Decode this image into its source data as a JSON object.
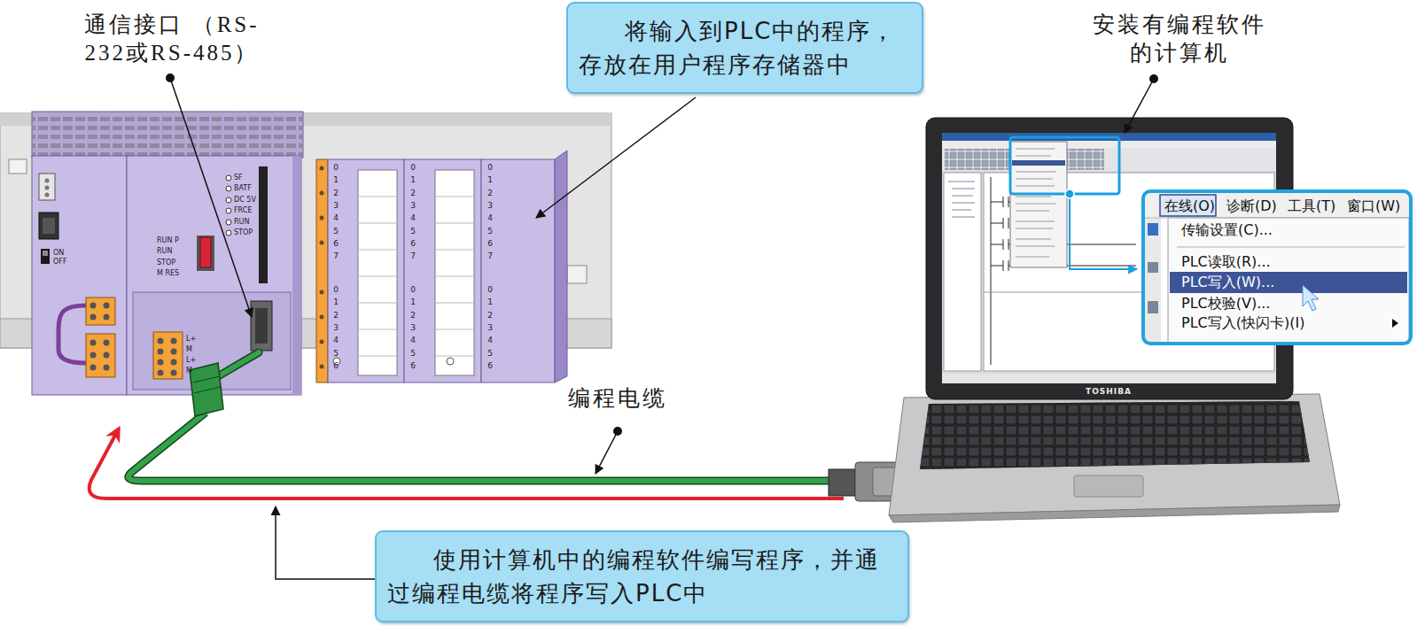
{
  "diagram": {
    "nodes": [
      {
        "text": [
          "将输入到PLC中的程序，存放在用户程序存储器中"
        ]
      },
      {
        "text": [
          "在线(O)",
          "诊断(D)",
          "工具(T)",
          "窗口(W)",
          "传输设置(C)...",
          "PLC读取(R)...",
          "PLC写入(W)...",
          "PLC校验(V)...",
          "PLC写入(快闪卡)(I)"
        ]
      },
      {
        "text": [
          "使用计算机中的编程软件编写程序，并通过编程电缆将程序写入PLC中"
        ]
      }
    ],
    "labels": [
      "通信接口 （RS-232或RS-485）",
      "安装有编程软件 的计算机",
      "编程电缆",
      "TOSHIBA",
      "SF",
      "BATF",
      "DC 5V",
      "FRCE",
      "RUN",
      "STOP",
      "RUN P",
      "RUN",
      "STOP",
      "M RES",
      "ON",
      "OFF",
      "L+",
      "M",
      "L+",
      "M",
      "0",
      "1",
      "2",
      "3",
      "4",
      "5",
      "6",
      "7",
      "0",
      "1",
      "2",
      "3",
      "4",
      "5",
      "6",
      "0",
      "1",
      "2",
      "3",
      "4",
      "5",
      "6",
      "7",
      "0",
      "1",
      "2",
      "3",
      "4",
      "5",
      "6",
      "0",
      "1",
      "2",
      "3",
      "4",
      "5",
      "6",
      "7",
      "0",
      "1",
      "2",
      "3",
      "4",
      "5",
      "6"
    ]
  }
}
